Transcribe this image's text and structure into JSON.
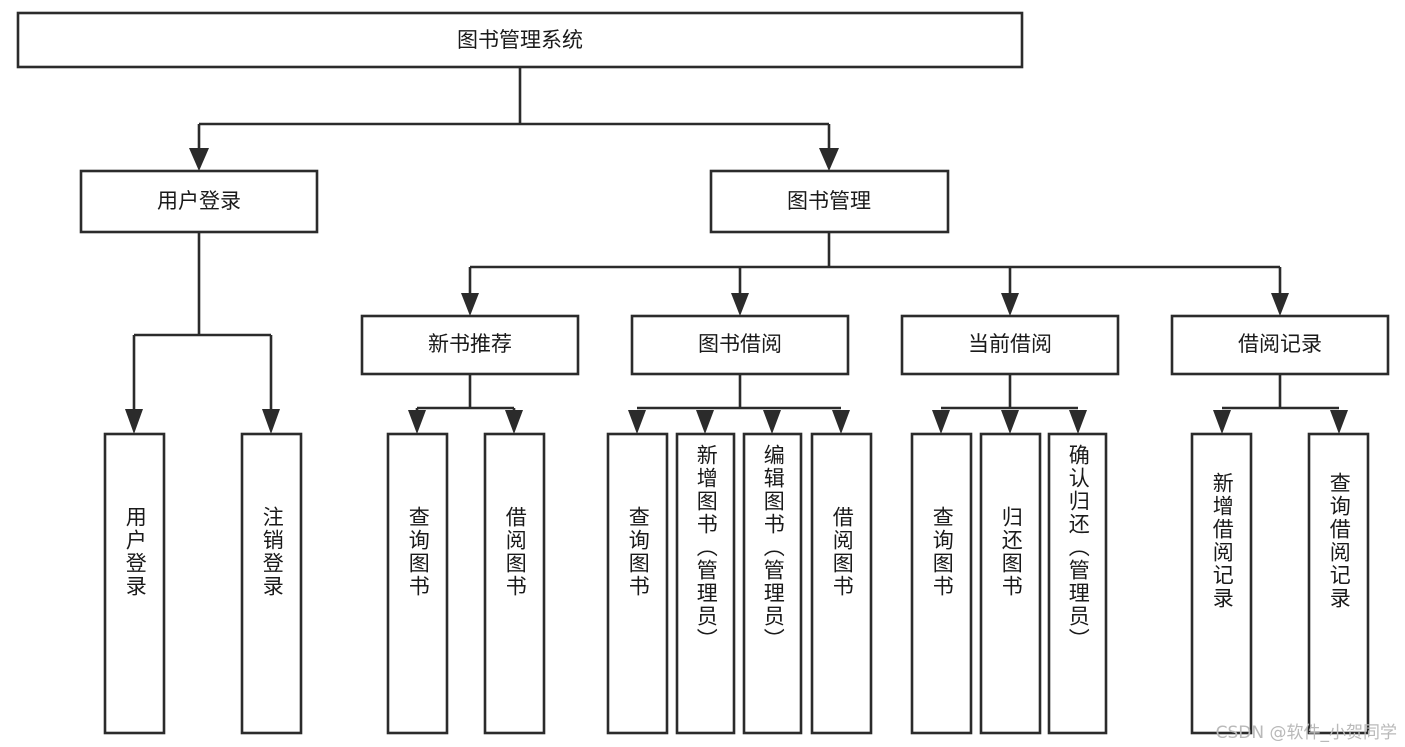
{
  "diagram": {
    "title": "图书管理系统",
    "type": "tree",
    "orientation": "top-down",
    "colors": {
      "box_fill": "#ffffff",
      "box_stroke": "#2b2b2b",
      "text": "#1a1a1a",
      "background": "#ffffff",
      "watermark": "#b9b9b9"
    },
    "root": {
      "id": "root",
      "label": "图书管理系统"
    },
    "level2": [
      {
        "id": "user-login",
        "label": "用户登录"
      },
      {
        "id": "book-manage",
        "label": "图书管理"
      }
    ],
    "level3": [
      {
        "id": "new-book-recommend",
        "label": "新书推荐",
        "parent": "book-manage"
      },
      {
        "id": "book-borrow",
        "label": "图书借阅",
        "parent": "book-manage"
      },
      {
        "id": "current-borrow",
        "label": "当前借阅",
        "parent": "book-manage"
      },
      {
        "id": "borrow-record",
        "label": "借阅记录",
        "parent": "book-manage"
      }
    ],
    "leaves": [
      {
        "id": "leaf-user-login",
        "label": "用户登录",
        "parent": "user-login"
      },
      {
        "id": "leaf-logout",
        "label": "注销登录",
        "parent": "user-login"
      },
      {
        "id": "leaf-query-book-1",
        "label": "查询图书",
        "parent": "new-book-recommend"
      },
      {
        "id": "leaf-borrow-book-1",
        "label": "借阅图书",
        "parent": "new-book-recommend"
      },
      {
        "id": "leaf-query-book-2",
        "label": "查询图书",
        "parent": "book-borrow"
      },
      {
        "id": "leaf-add-book",
        "label": "新增图书（管理员）",
        "parent": "book-borrow"
      },
      {
        "id": "leaf-edit-book",
        "label": "编辑图书（管理员）",
        "parent": "book-borrow"
      },
      {
        "id": "leaf-borrow-book-2",
        "label": "借阅图书",
        "parent": "book-borrow"
      },
      {
        "id": "leaf-query-book-3",
        "label": "查询图书",
        "parent": "current-borrow"
      },
      {
        "id": "leaf-return-book",
        "label": "归还图书",
        "parent": "current-borrow"
      },
      {
        "id": "leaf-confirm-return",
        "label": "确认归还（管理员）",
        "parent": "current-borrow"
      },
      {
        "id": "leaf-add-record",
        "label": "新增借阅记录",
        "parent": "borrow-record"
      },
      {
        "id": "leaf-query-record",
        "label": "查询借阅记录",
        "parent": "borrow-record"
      }
    ]
  },
  "watermark": {
    "text": "CSDN @软件_小贺同学"
  }
}
